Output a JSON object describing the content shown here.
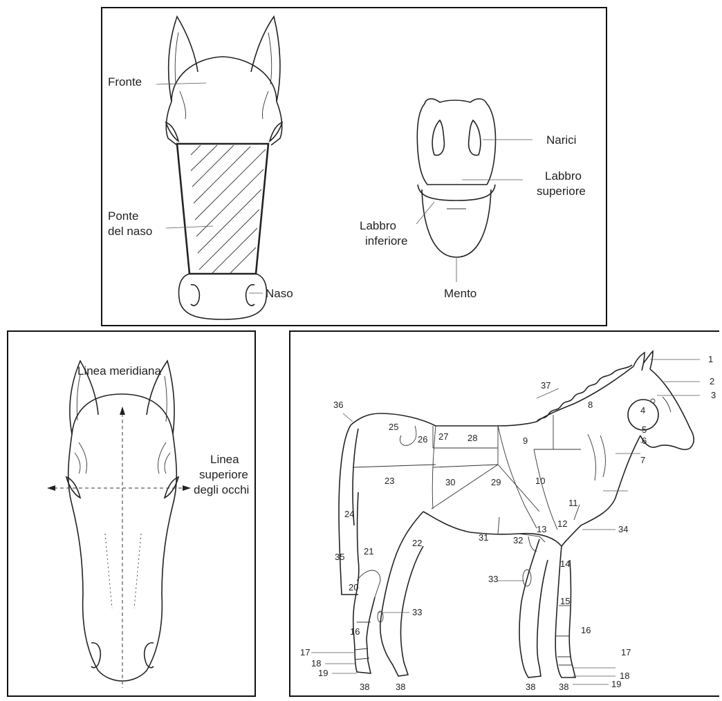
{
  "top_panel": {
    "labels": {
      "fronte": "Fronte",
      "ponte_1": "Ponte",
      "ponte_2": "del naso",
      "naso": "Naso",
      "narici": "Narici",
      "labbro_sup_1": "Labbro",
      "labbro_sup_2": "superiore",
      "labbro_inf_1": "Labbro",
      "labbro_inf_2": "inferiore",
      "mento": "Mento"
    }
  },
  "left_panel": {
    "labels": {
      "linea_meridiana": "Linea meridiana",
      "linea_sup_1": "Linea",
      "linea_sup_2": "superiore",
      "linea_sup_3": "degli occhi"
    }
  },
  "right_panel": {
    "numbers": [
      "1",
      "2",
      "3",
      "4",
      "5",
      "6",
      "7",
      "8",
      "9",
      "10",
      "11",
      "12",
      "13",
      "14",
      "15",
      "16",
      "16",
      "17",
      "17",
      "18",
      "18",
      "19",
      "19",
      "20",
      "21",
      "22",
      "23",
      "24",
      "25",
      "26",
      "27",
      "28",
      "29",
      "30",
      "31",
      "32",
      "33",
      "33",
      "34",
      "35",
      "36",
      "37",
      "38",
      "38",
      "38",
      "38"
    ]
  }
}
